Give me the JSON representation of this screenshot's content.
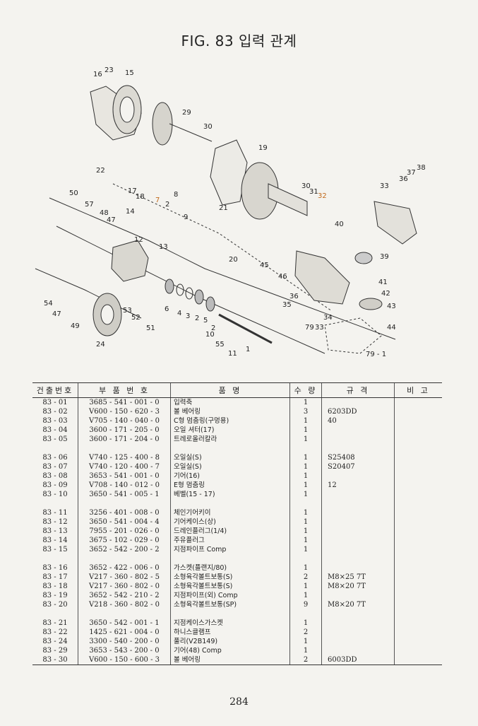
{
  "title": "FIG. 83 입력 관계",
  "diagram": {
    "callouts": [
      "16",
      "23",
      "15",
      "29",
      "30",
      "19",
      "22",
      "17",
      "18",
      "7",
      "2",
      "8",
      "9",
      "21",
      "30",
      "31",
      "32",
      "50",
      "57",
      "48",
      "47",
      "14",
      "12",
      "13",
      "20",
      "40",
      "33",
      "36",
      "37",
      "38",
      "39",
      "45",
      "46",
      "36",
      "35",
      "41",
      "42",
      "43",
      "34",
      "54",
      "47",
      "49",
      "53",
      "52",
      "51",
      "24",
      "6",
      "4",
      "3",
      "2",
      "5",
      "2",
      "10",
      "55",
      "11",
      "1",
      "79",
      "33",
      "44",
      "79 - 1"
    ]
  },
  "table": {
    "headers": [
      "건출번호",
      "부 품 번 호",
      "품 명",
      "수 량",
      "규 격",
      "비 고"
    ],
    "groups": [
      [
        {
          "no": "83 - 01",
          "part": "3685 - 541 - 001 - 0",
          "name": "입력축",
          "qty": "1",
          "spec": "",
          "note": ""
        },
        {
          "no": "83 - 02",
          "part": "V600 - 150 - 620 - 3",
          "name": "볼 베어링",
          "qty": "3",
          "spec": "6203DD",
          "note": ""
        },
        {
          "no": "83 - 03",
          "part": "V705 - 140 - 040 - 0",
          "name": "C형 멈춤링(구멍용)",
          "qty": "1",
          "spec": "40",
          "note": ""
        },
        {
          "no": "83 - 04",
          "part": "3600 - 171 - 205 - 0",
          "name": "오일 셔터(17)",
          "qty": "1",
          "spec": "",
          "note": ""
        },
        {
          "no": "83 - 05",
          "part": "3600 - 171 - 204 - 0",
          "name": "트레로올러칼라",
          "qty": "1",
          "spec": "",
          "note": ""
        }
      ],
      [
        {
          "no": "83 - 06",
          "part": "V740 - 125 - 400 - 8",
          "name": "오일실(S)",
          "qty": "1",
          "spec": "S25408",
          "note": ""
        },
        {
          "no": "83 - 07",
          "part": "V740 - 120 - 400 - 7",
          "name": "오일실(S)",
          "qty": "1",
          "spec": "S20407",
          "note": ""
        },
        {
          "no": "83 - 08",
          "part": "3653 - 541 - 001 - 0",
          "name": "기어(16)",
          "qty": "1",
          "spec": "",
          "note": ""
        },
        {
          "no": "83 - 09",
          "part": "V708 - 140 - 012 - 0",
          "name": "E형 멈춤링",
          "qty": "1",
          "spec": "12",
          "note": ""
        },
        {
          "no": "83 - 10",
          "part": "3650 - 541 - 005 - 1",
          "name": "베벨(15 - 17)",
          "qty": "1",
          "spec": "",
          "note": ""
        }
      ],
      [
        {
          "no": "83 - 11",
          "part": "3256 - 401 - 008 - 0",
          "name": "체인기어키이",
          "qty": "1",
          "spec": "",
          "note": ""
        },
        {
          "no": "83 - 12",
          "part": "3650 - 541 - 004 - 4",
          "name": "기어케이스(상)",
          "qty": "1",
          "spec": "",
          "note": ""
        },
        {
          "no": "83 - 13",
          "part": "7955 - 201 - 026 - 0",
          "name": "드레인플러그(1/4)",
          "qty": "1",
          "spec": "",
          "note": ""
        },
        {
          "no": "83 - 14",
          "part": "3675 - 102 - 029 - 0",
          "name": "주유플러그",
          "qty": "1",
          "spec": "",
          "note": ""
        },
        {
          "no": "83 - 15",
          "part": "3652 - 542 - 200 - 2",
          "name": "지점파이프 Comp",
          "qty": "1",
          "spec": "",
          "note": ""
        }
      ],
      [
        {
          "no": "83 - 16",
          "part": "3652 - 422 - 006 - 0",
          "name": "가스켓(플랜지/80)",
          "qty": "1",
          "spec": "",
          "note": ""
        },
        {
          "no": "83 - 17",
          "part": "V217 - 360 - 802 - 5",
          "name": "소형육각볼트보통(S)",
          "qty": "2",
          "spec": "M8×25 7T",
          "note": ""
        },
        {
          "no": "83 - 18",
          "part": "V217 - 360 - 802 - 0",
          "name": "소형육각볼트보통(S)",
          "qty": "1",
          "spec": "M8×20 7T",
          "note": ""
        },
        {
          "no": "83 - 19",
          "part": "3652 - 542 - 210 - 2",
          "name": "지점파이프(외) Comp",
          "qty": "1",
          "spec": "",
          "note": ""
        },
        {
          "no": "83 - 20",
          "part": "V218 - 360 - 802 - 0",
          "name": "소형육각볼트보통(SP)",
          "qty": "9",
          "spec": "M8×20 7T",
          "note": ""
        }
      ],
      [
        {
          "no": "83 - 21",
          "part": "3650 - 542 - 001 - 1",
          "name": "지점케이스가스켓",
          "qty": "1",
          "spec": "",
          "note": ""
        },
        {
          "no": "83 - 22",
          "part": "1425 - 621 - 004 - 0",
          "name": "하니스클램프",
          "qty": "2",
          "spec": "",
          "note": ""
        },
        {
          "no": "83 - 24",
          "part": "3300 - 540 - 200 - 0",
          "name": "풀리(V2B149)",
          "qty": "1",
          "spec": "",
          "note": ""
        },
        {
          "no": "83 - 29",
          "part": "3653 - 543 - 200 - 0",
          "name": "기어(48) Comp",
          "qty": "1",
          "spec": "",
          "note": ""
        },
        {
          "no": "83 - 30",
          "part": "V600 - 150 - 600 - 3",
          "name": "볼 베어링",
          "qty": "2",
          "spec": "6003DD",
          "note": ""
        }
      ]
    ]
  },
  "page_number": "284"
}
